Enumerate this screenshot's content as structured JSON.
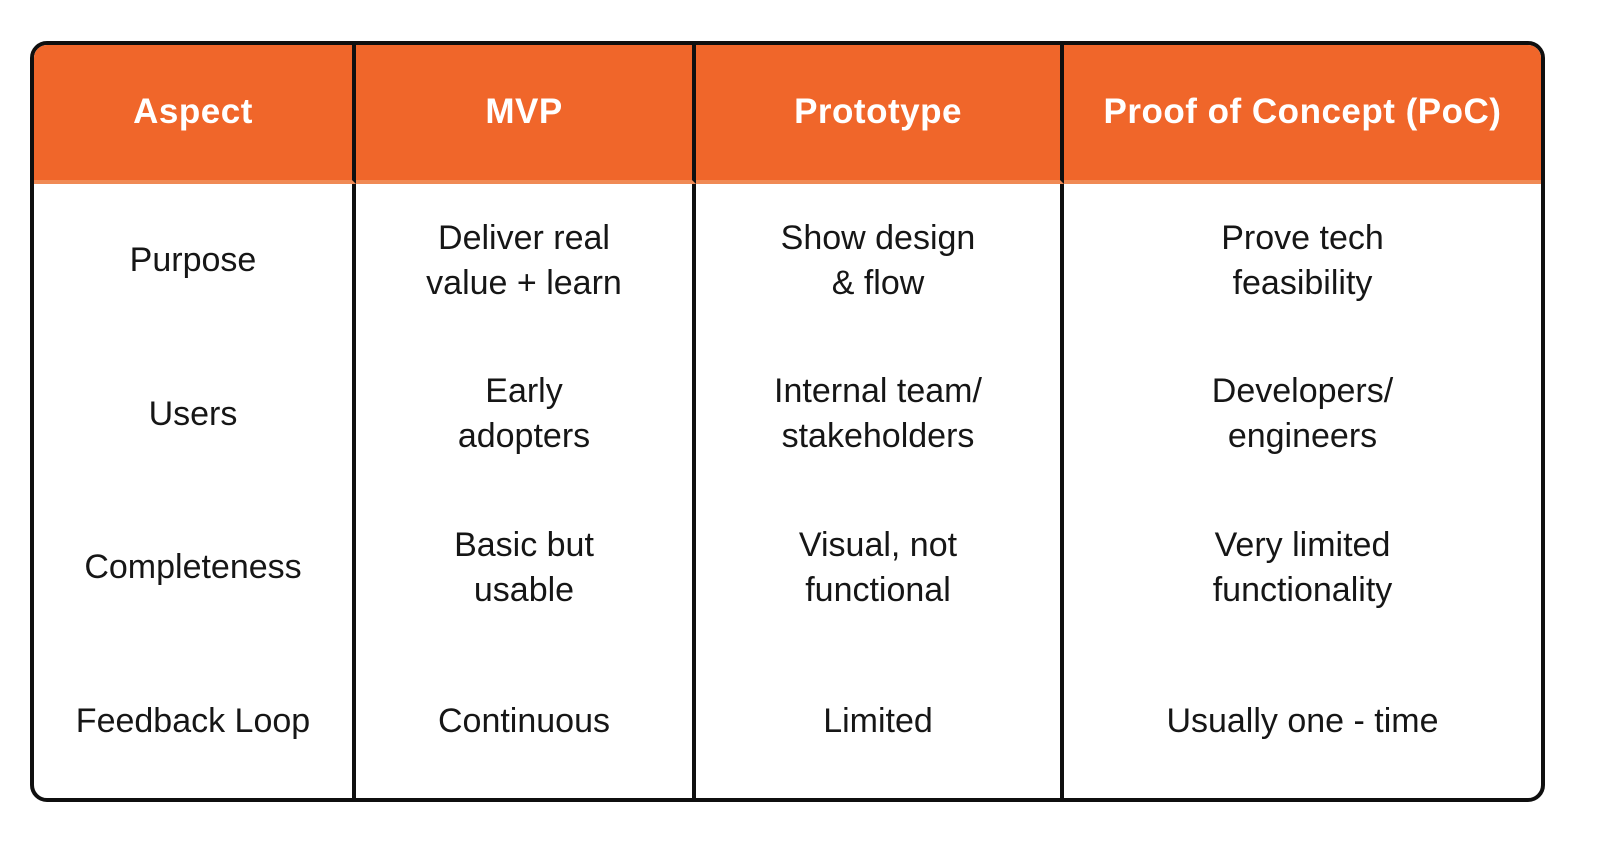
{
  "colors": {
    "accent_orange": "#F0662A",
    "header_underline": "#F08A55",
    "border_black": "#0F0F0F",
    "body_text": "#161616",
    "header_text": "#FFFFFF"
  },
  "table": {
    "header": [
      "Aspect",
      "MVP",
      "Prototype",
      "Proof of Concept (PoC)"
    ],
    "rows": [
      {
        "aspect": "Purpose",
        "cells": [
          [
            "Deliver real",
            "value + learn"
          ],
          [
            "Show design",
            "& flow"
          ],
          [
            "Prove tech",
            "feasibility"
          ]
        ]
      },
      {
        "aspect": "Users",
        "cells": [
          [
            "Early",
            "adopters"
          ],
          [
            "Internal team/",
            "stakeholders"
          ],
          [
            "Developers/",
            "engineers"
          ]
        ]
      },
      {
        "aspect": "Completeness",
        "cells": [
          [
            "Basic but",
            "usable"
          ],
          [
            "Visual, not",
            "functional"
          ],
          [
            "Very limited",
            "functionality"
          ]
        ]
      },
      {
        "aspect": "Feedback Loop",
        "cells": [
          [
            "Continuous"
          ],
          [
            "Limited"
          ],
          [
            "Usually one - time"
          ]
        ]
      }
    ]
  },
  "chart_data": {
    "type": "table",
    "title": "",
    "columns": [
      "Aspect",
      "MVP",
      "Prototype",
      "Proof of Concept (PoC)"
    ],
    "rows": [
      [
        "Purpose",
        "Deliver real value + learn",
        "Show design & flow",
        "Prove tech feasibility"
      ],
      [
        "Users",
        "Early adopters",
        "Internal team/ stakeholders",
        "Developers/ engineers"
      ],
      [
        "Completeness",
        "Basic but usable",
        "Visual, not functional",
        "Very limited functionality"
      ],
      [
        "Feedback Loop",
        "Continuous",
        "Limited",
        "Usually one - time"
      ]
    ],
    "layout_hints": {
      "header_background": "#F0662A",
      "header_text_color": "#FFFFFF",
      "grid": "vertical-dividers-only",
      "outer_border": "black rounded"
    }
  }
}
